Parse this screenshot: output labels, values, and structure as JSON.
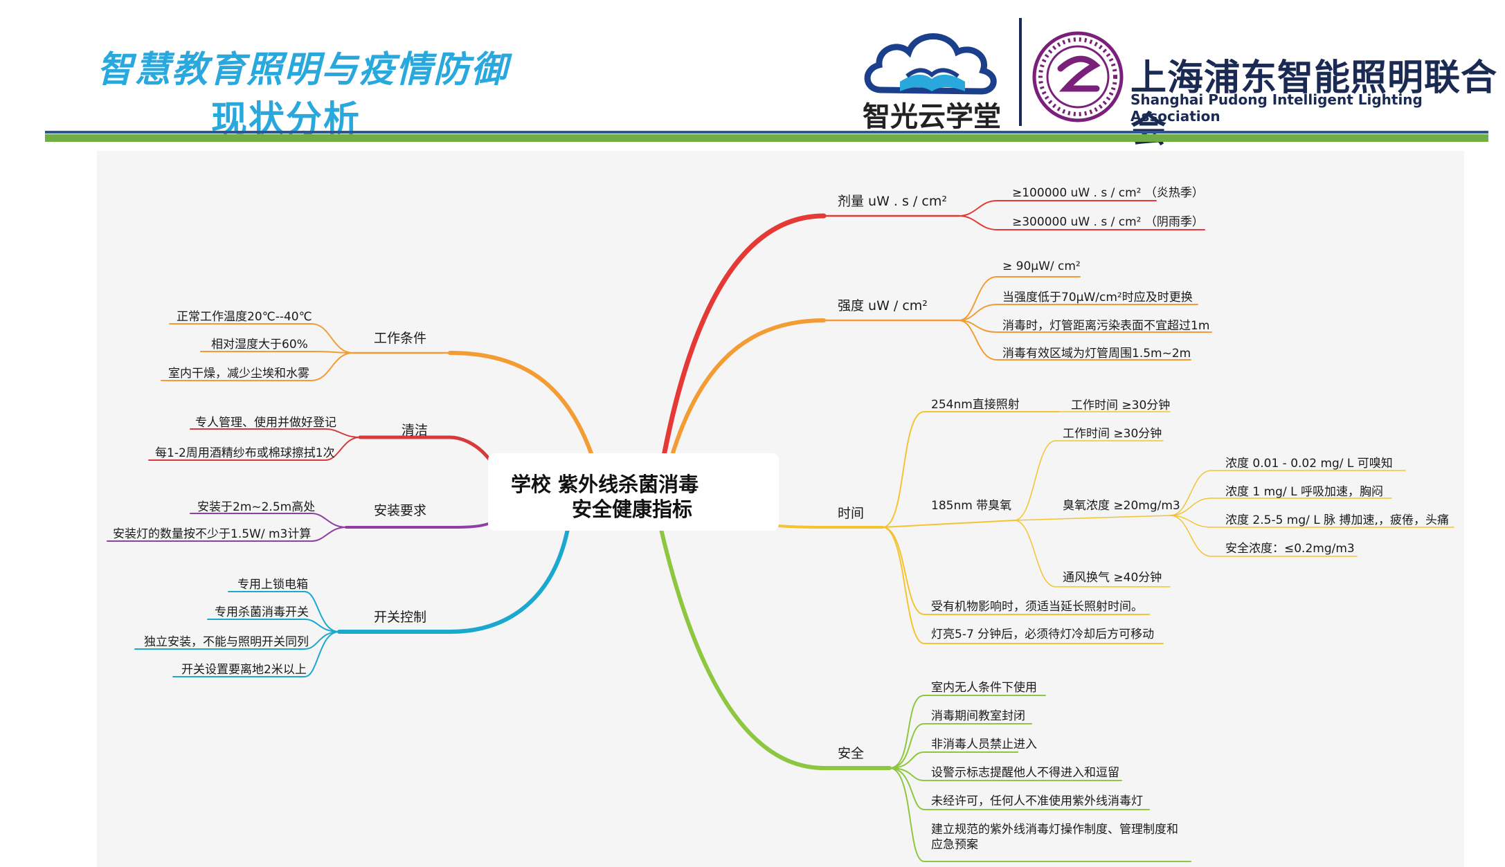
{
  "header": {
    "title_line1": "智慧教育照明与疫情防御",
    "title_line2": "现状分析",
    "logo1_text": "智光云学堂",
    "assoc_cn": "上海浦东智能照明联合会",
    "assoc_en": "Shanghai Pudong Intelligent Lighting Association"
  },
  "colors": {
    "title": "#29a8de",
    "bar_blue": "#2f5597",
    "bar_green": "#70ad47",
    "red": "#e53935",
    "orange": "#f39c34",
    "yellow": "#f4c430",
    "green": "#8dc63f",
    "purple": "#8e3fa1",
    "blue": "#1ba8cf",
    "dark_red": "#d63a3a"
  },
  "center": {
    "line1": "学校 紫外线杀菌消毒",
    "line2": "安全健康指标"
  },
  "right": {
    "dose": {
      "label": "剂量 uW . s /  cm²",
      "items": [
        "≥100000 uW . s /  cm²  （炎热季）",
        "≥300000 uW . s /  cm²  （阴雨季）"
      ]
    },
    "intensity": {
      "label": "强度  uW  /  cm²",
      "items": [
        "≥ 90μW/ cm²",
        "当强度低于70μW/cm²时应及时更换",
        "消毒时，灯管距离污染表面不宜超过1m",
        "消毒有效区域为灯管周围1.5m~2m"
      ]
    },
    "time": {
      "label": "时间",
      "direct": {
        "label": "254nm直接照射",
        "item": "工作时间 ≥30分钟"
      },
      "ozone": {
        "label": "185nm 带臭氧",
        "work": "工作时间 ≥30分钟",
        "conc": "臭氧浓度 ≥20mg/m3",
        "conc_items": [
          "浓度  0.01 - 0.02 mg/ L 可嗅知",
          "浓度  1 mg/ L 呼吸加速，胸闷",
          "浓度  2.5-5 mg/ L  脉 搏加速,，疲倦，头痛",
          "安全浓度：≤0.2mg/m3"
        ],
        "vent": "通风换气  ≥40分钟"
      },
      "extra": [
        "受有机物影响时，须适当延长照射时间。",
        "灯亮5-7 分钟后，必须待灯冷却后方可移动"
      ]
    },
    "safety": {
      "label": "安全",
      "items": [
        "室内无人条件下使用",
        "消毒期间教室封闭",
        "非消毒人员禁止进入",
        "设警示标志提醒他人不得进入和逗留",
        "未经许可，任何人不准使用紫外线消毒灯",
        "建立规范的紫外线消毒灯操作制度、管理制度和",
        "应急预案"
      ]
    }
  },
  "left": {
    "work": {
      "label": "工作条件",
      "items": [
        "正常工作温度20℃--40℃",
        "相对湿度大于60%",
        "室内干燥，减少尘埃和水雾"
      ]
    },
    "clean": {
      "label": "清洁",
      "items": [
        "专人管理、使用并做好登记",
        "每1-2周用酒精纱布或棉球擦拭1次"
      ]
    },
    "install": {
      "label": "安装要求",
      "items": [
        "安装于2m~2.5m高处",
        "安装灯的数量按不少于1.5W/ m3计算"
      ]
    },
    "switch": {
      "label": "开关控制",
      "items": [
        "专用上锁电箱",
        "专用杀菌消毒开关",
        "独立安装，不能与照明开关同列",
        "开关设置要离地2米以上"
      ]
    }
  }
}
